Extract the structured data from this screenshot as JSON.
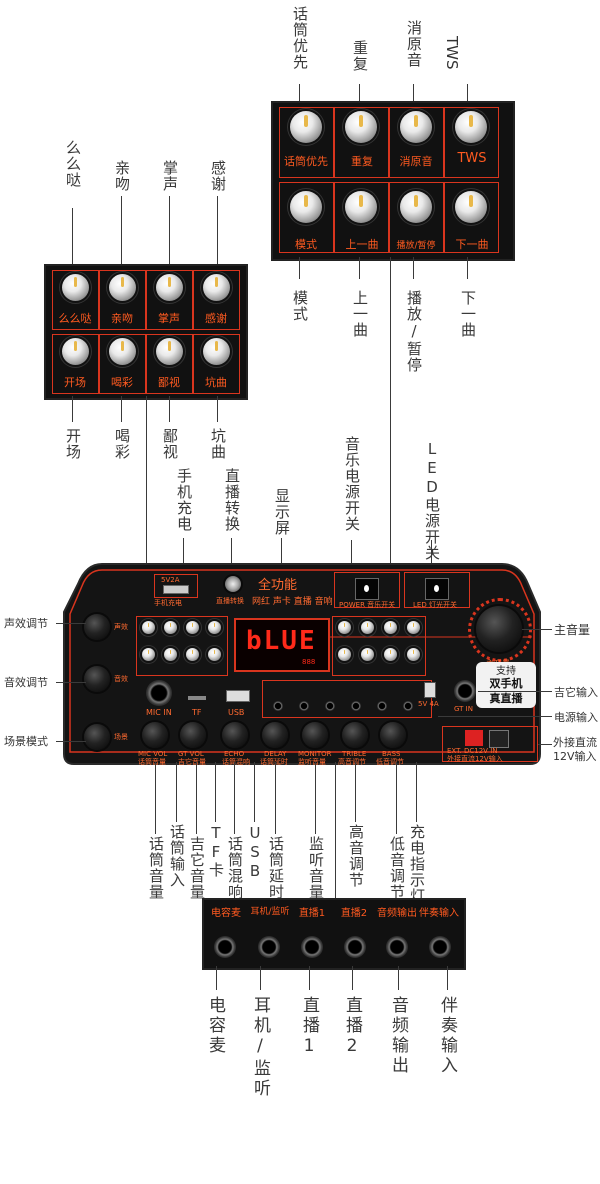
{
  "top_panel": {
    "top_labels": [
      "话筒优先",
      "重复",
      "消原音",
      "TWS"
    ],
    "row1_buttons": [
      "话筒优先",
      "重复",
      "消原音",
      "TWS"
    ],
    "row2_buttons": [
      "模式",
      "上一曲",
      "播放/暂停",
      "下一曲"
    ],
    "bottom_labels": [
      "模式",
      "上一曲",
      "播放/暂停",
      "下一曲"
    ]
  },
  "left_panel": {
    "top_labels": [
      "么么哒",
      "亲吻",
      "掌声",
      "感谢"
    ],
    "row1_buttons": [
      "么么哒",
      "亲吻",
      "掌声",
      "感谢"
    ],
    "row2_buttons": [
      "开场",
      "喝彩",
      "鄙视",
      "坑曲"
    ],
    "bottom_labels": [
      "开场",
      "喝彩",
      "鄙视",
      "坑曲"
    ]
  },
  "upper_callouts": [
    "手机充电",
    "直播转换",
    "显示屏",
    "音乐电源开关",
    "LED电源开关"
  ],
  "main_panel": {
    "brand_line1": "全功能",
    "brand_line2": "网红 声卡 直播 音响",
    "display_text": "bLUE",
    "display_small": "888",
    "usb_port_label": "5V2A",
    "usb_port_sub": "手机充电",
    "live_switch_label": "直播转换",
    "power_label": "POWER 音乐开关",
    "led_label": "LED 灯光开关",
    "master_label": "主音量",
    "support_badge": "支持",
    "dual_phone": "双手机",
    "live_text": "真直播",
    "mic_in": "MIC IN",
    "tf": "TF",
    "usb": "USB",
    "gt_in": "GT IN",
    "dc_in": "5V 4A",
    "ext_dc": "EXT. DC12V IN",
    "ext_dc_sub": "外接直流12V输入",
    "side_knobs": [
      "声效",
      "音效",
      "场景"
    ],
    "bottom_knobs": [
      {
        "en": "MIC VOL",
        "cn": "话筒音量"
      },
      {
        "en": "GT VOL",
        "cn": "吉它音量"
      },
      {
        "en": "ECHO",
        "cn": "话筒混响"
      },
      {
        "en": "DELAY",
        "cn": "话筒延时"
      },
      {
        "en": "MONITOR",
        "cn": "监听音量"
      },
      {
        "en": "TRIBLE",
        "cn": "高音调节"
      },
      {
        "en": "BASS",
        "cn": "低音调节"
      }
    ]
  },
  "side_labels": {
    "left": [
      "声效调节",
      "音效调节",
      "场景模式"
    ],
    "right": [
      "主音量",
      "吉它输入",
      "电源输入",
      "外接直流",
      "12V输入"
    ]
  },
  "lower_callouts": [
    "话筒音量",
    "话筒输入",
    "吉它音量",
    "TF卡",
    "话筒混响",
    "USB",
    "话筒延时",
    "监听音量",
    "高音调节",
    "低音调节",
    "充电指示灯"
  ],
  "jack_panel": {
    "labels": [
      "电容麦",
      "耳机/监听",
      "直播1",
      "直播2",
      "音频输出",
      "伴奏输入"
    ]
  },
  "bottom_labels": [
    "电容麦",
    "耳机/监听",
    "直播1",
    "直播2",
    "音频输出",
    "伴奏输入"
  ]
}
